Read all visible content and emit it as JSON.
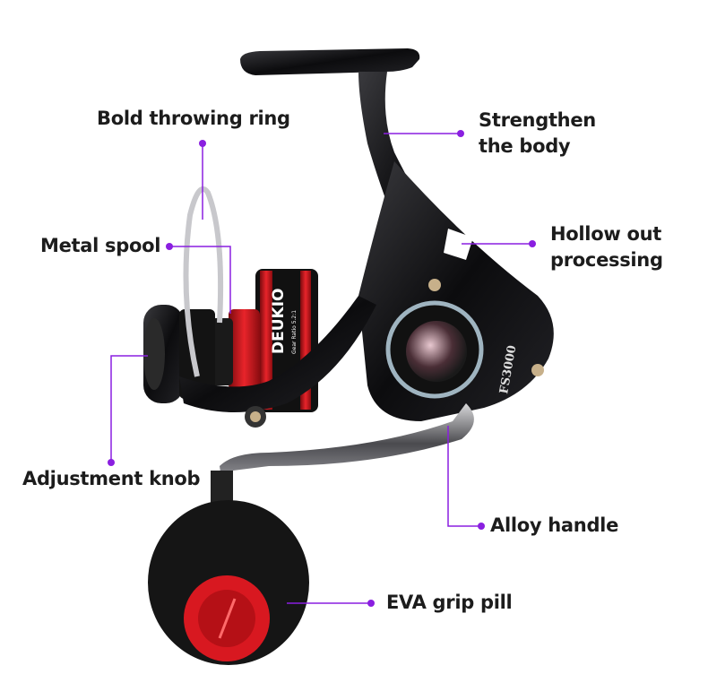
{
  "callouts": {
    "throwing_ring": "Bold throwing ring",
    "metal_spool": "Metal spool",
    "adjustment_knob": "Adjustment knob",
    "strengthen_body_1": "Strengthen",
    "strengthen_body_2": "the body",
    "hollow_out_1": "Hollow out",
    "hollow_out_2": "processing",
    "alloy_handle": "Alloy handle",
    "eva_grip": "EVA grip pill"
  },
  "product": {
    "brand": "DEUKIO",
    "gear_ratio": "Gear Ratio 5.2:1",
    "model": "FS3000"
  },
  "colors": {
    "accent": "#8a1fe0",
    "reel_red": "#d4141b",
    "reel_black": "#0d0d0f"
  }
}
